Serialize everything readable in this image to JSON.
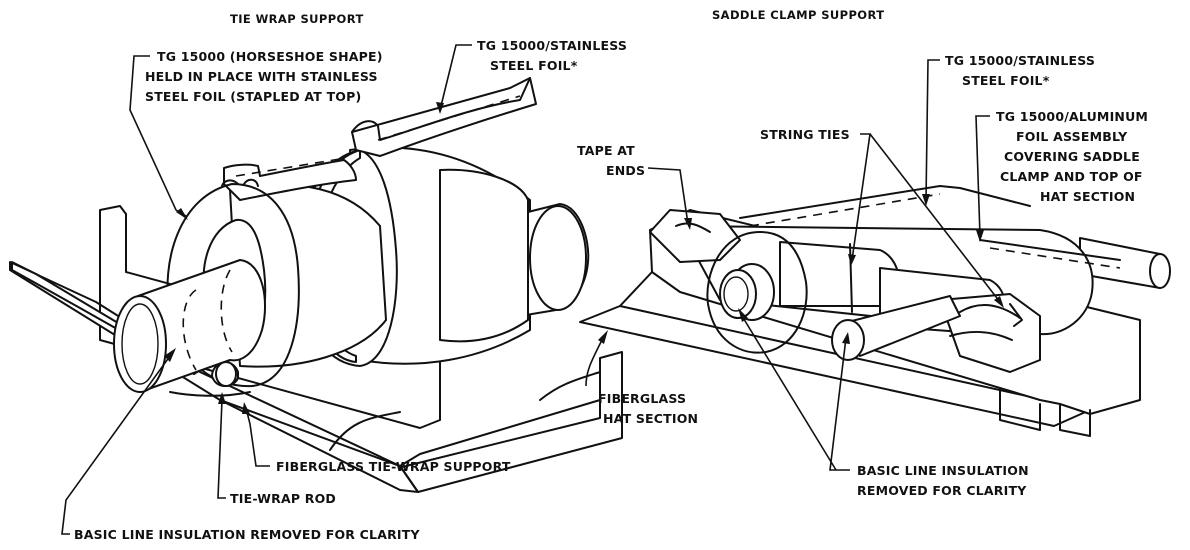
{
  "left_figure": {
    "title": "TIE WRAP SUPPORT",
    "labels": {
      "horseshoe_1": "TG 15000 (HORSESHOE SHAPE)",
      "horseshoe_2": "HELD IN PLACE WITH STAINLESS",
      "horseshoe_3": "STEEL FOIL (STAPLED AT TOP)",
      "foil_1": "TG 15000/STAINLESS",
      "foil_2": "STEEL FOIL*",
      "support": "FIBERGLASS TIE-WRAP SUPPORT",
      "rod": "TIE-WRAP ROD",
      "insulation": "BASIC LINE INSULATION REMOVED FOR CLARITY"
    }
  },
  "right_figure": {
    "title": "SADDLE CLAMP SUPPORT",
    "labels": {
      "foil_1": "TG 15000/STAINLESS",
      "foil_2": "STEEL FOIL*",
      "string_ties": "STRING TIES",
      "tape_1": "TAPE AT",
      "tape_2": "ENDS",
      "alu_1": "TG 15000/ALUMINUM",
      "alu_2": "FOIL ASSEMBLY",
      "alu_3": "COVERING SADDLE",
      "alu_4": "CLAMP AND TOP OF",
      "alu_5": "HAT SECTION",
      "hat_1": "FIBERGLASS",
      "hat_2": "HAT SECTION",
      "insulation_1": "BASIC LINE INSULATION",
      "insulation_2": "REMOVED FOR CLARITY"
    }
  }
}
